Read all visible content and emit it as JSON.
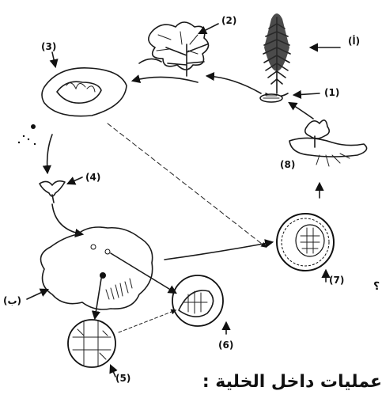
{
  "labels": {
    "alpha": "(أ)",
    "ba": "(ب)",
    "n1": "(1)",
    "n2": "(2)",
    "n3": "(3)",
    "n4": "(4)",
    "n5": "(5)",
    "n6": "(6)",
    "n7": "(7)",
    "n8": "(8)"
  },
  "side_mark": "؟",
  "caption": "عمليات داخل الخلية :"
}
